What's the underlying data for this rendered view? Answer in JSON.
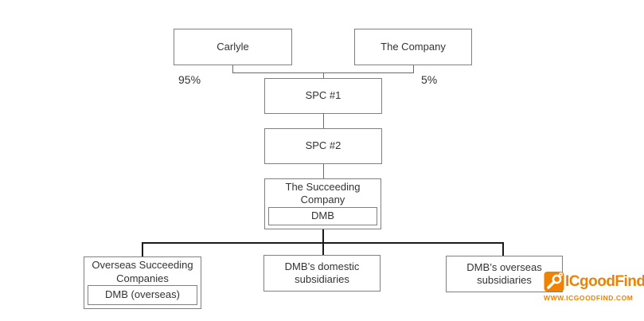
{
  "diagram": {
    "nodes": {
      "carlyle": {
        "label": "Carlyle"
      },
      "the_company": {
        "label": "The Company"
      },
      "spc1": {
        "label": "SPC #1"
      },
      "spc2": {
        "label": "SPC #2"
      },
      "succeeding_company": {
        "label": "The Succeeding\nCompany",
        "inner_label": "DMB"
      },
      "overseas_succeeding": {
        "label": "Overseas Succeeding\nCompanies",
        "inner_label": "DMB (overseas)"
      },
      "domestic_subsidiaries": {
        "label": "DMB’s domestic\nsubsidiaries"
      },
      "overseas_subsidiaries": {
        "label": "DMB’s overseas\nsubsidiaries"
      }
    },
    "ownership_labels": {
      "carlyle": "95%",
      "the_company": "5%"
    }
  },
  "watermark": {
    "brand": "ICgoodFind",
    "url": "WWW.ICGOODFIND.COM"
  },
  "colors": {
    "box_border": "#808080",
    "connector_thin": "#6b6b6b",
    "connector_thick": "#1a1a1a",
    "text": "#333333",
    "brand_orange": "#EF8200"
  }
}
